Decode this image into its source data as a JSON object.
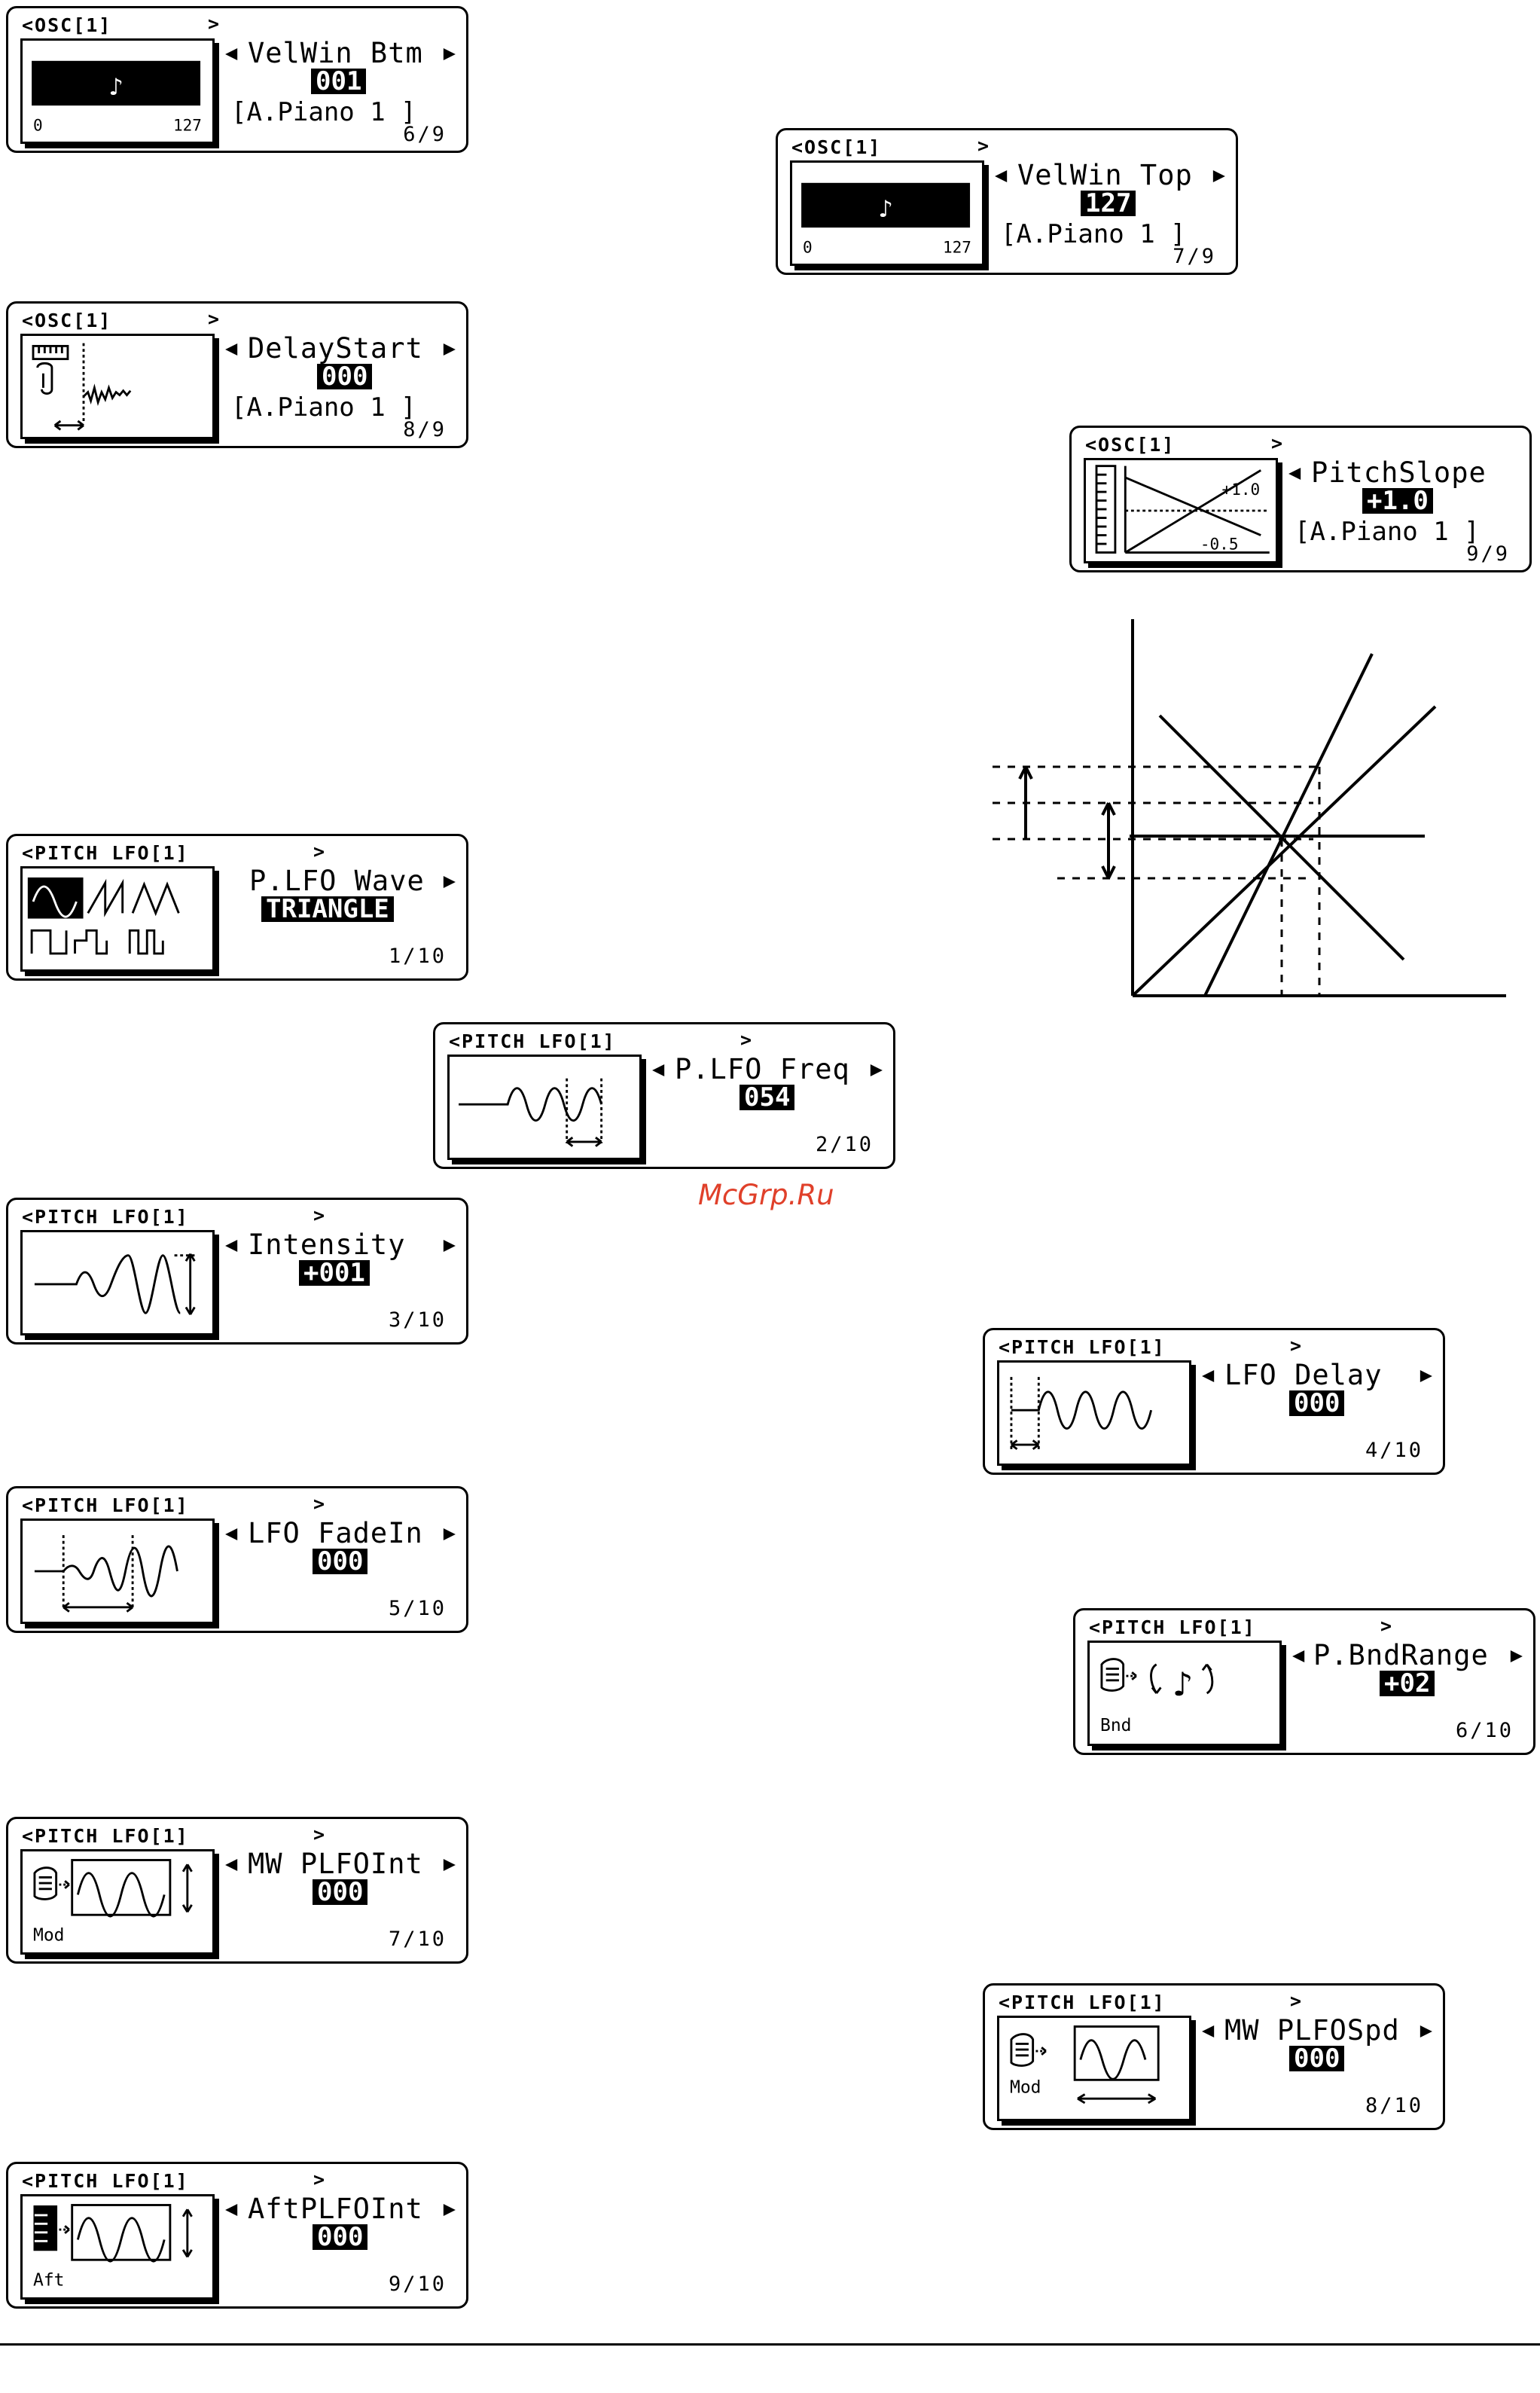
{
  "screens": [
    {
      "header": "<OSC[1]",
      "param": "VelWin Btm",
      "value": "001",
      "program": "[A.Piano 1 ]",
      "page": "6/9",
      "icon": "velocity-bar-icon",
      "range_min": "0",
      "range_max": "127"
    },
    {
      "header": "<OSC[1]",
      "param": "VelWin Top",
      "value": "127",
      "program": "[A.Piano 1 ]",
      "page": "7/9",
      "icon": "velocity-bar-icon",
      "range_min": "0",
      "range_max": "127"
    },
    {
      "header": "<OSC[1]",
      "param": "DelayStart",
      "value": "000",
      "program": "[A.Piano 1 ]",
      "page": "8/9",
      "icon": "keyboard-delay-icon"
    },
    {
      "header": "<OSC[1]",
      "param": "PitchSlope",
      "value": "+1.0",
      "program": "[A.Piano 1 ]",
      "page": "9/9",
      "icon": "pitch-slope-icon",
      "slope_pos": "+1.0",
      "slope_neg": "-0.5"
    },
    {
      "header": "<PITCH LFO[1]",
      "param": "P.LFO Wave",
      "value": "TRIANGLE",
      "page": "1/10",
      "icon": "lfo-waveform-icon"
    },
    {
      "header": "<PITCH LFO[1]",
      "param": "P.LFO Freq",
      "value": "054",
      "page": "2/10",
      "icon": "lfo-frequency-icon"
    },
    {
      "header": "<PITCH LFO[1]",
      "param": "Intensity",
      "value": "+001",
      "page": "3/10",
      "icon": "lfo-intensity-icon"
    },
    {
      "header": "<PITCH LFO[1]",
      "param": "LFO Delay",
      "value": "000",
      "page": "4/10",
      "icon": "lfo-delay-icon"
    },
    {
      "header": "<PITCH LFO[1]",
      "param": "LFO FadeIn",
      "value": "000",
      "page": "5/10",
      "icon": "lfo-fadein-icon"
    },
    {
      "header": "<PITCH LFO[1]",
      "param": "P.BndRange",
      "value": "+02",
      "page": "6/10",
      "icon": "pitch-bend-icon",
      "source": "Bnd"
    },
    {
      "header": "<PITCH LFO[1]",
      "param": "MW PLFOInt",
      "value": "000",
      "page": "7/10",
      "icon": "modwheel-intensity-icon",
      "source": "Mod"
    },
    {
      "header": "<PITCH LFO[1]",
      "param": "MW PLFOSpd",
      "value": "000",
      "page": "8/10",
      "icon": "modwheel-speed-icon",
      "source": "Mod"
    },
    {
      "header": "<PITCH LFO[1]",
      "param": "AftPLFOInt",
      "value": "000",
      "page": "9/10",
      "icon": "aftertouch-intensity-icon",
      "source": "Aft"
    }
  ],
  "watermark": "McGrp.Ru"
}
